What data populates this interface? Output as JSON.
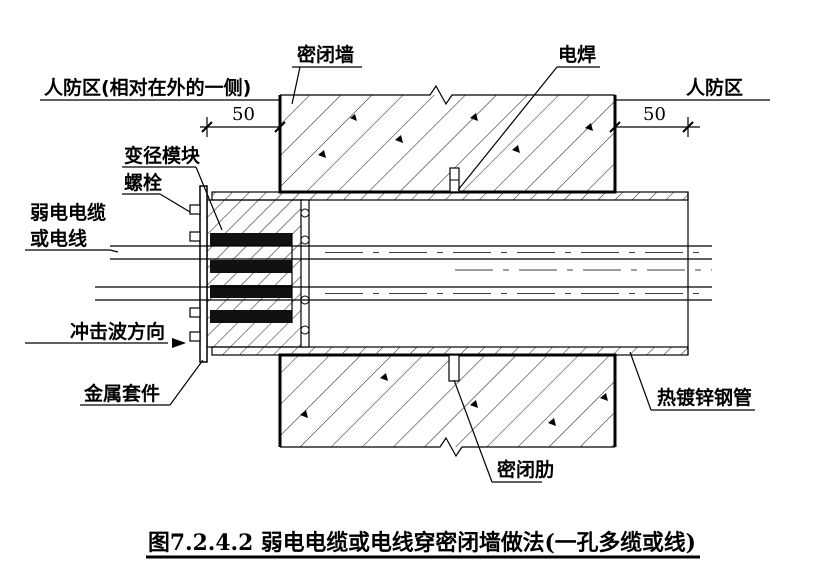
{
  "labels": {
    "wall": "密闭墙",
    "weld": "电焊",
    "civil_zone_left": "人防区(相对在外的一侧)",
    "civil_zone_right": "人防区",
    "dim_left": "50",
    "dim_right": "50",
    "module": "变径模块",
    "bolt": "螺栓",
    "cable_line1": "弱电电缆",
    "cable_line2": "或电线",
    "shock": "冲击波方向",
    "sleeve": "金属套件",
    "pipe": "热镀锌钢管",
    "rib": "密闭肋"
  },
  "caption": "图7.2.4.2 弱电电缆或电线穿密闭墙做法(一孔多缆或线)"
}
